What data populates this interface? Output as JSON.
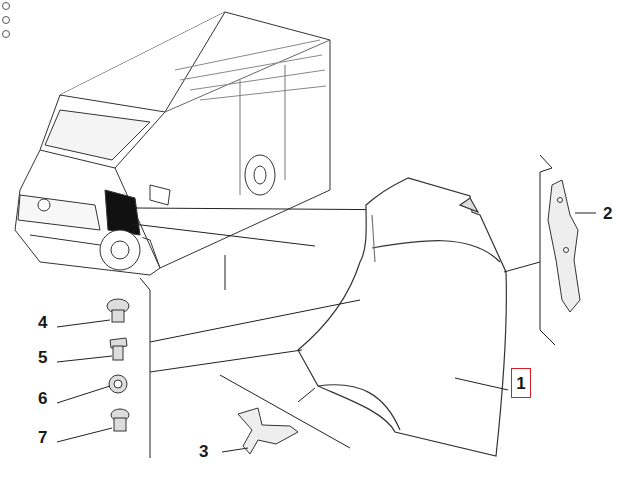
{
  "diagram": {
    "nodes": [
      {
        "text": [
          "1"
        ]
      }
    ],
    "labels": [
      "2",
      "3",
      "4",
      "5",
      "6",
      "7"
    ]
  }
}
